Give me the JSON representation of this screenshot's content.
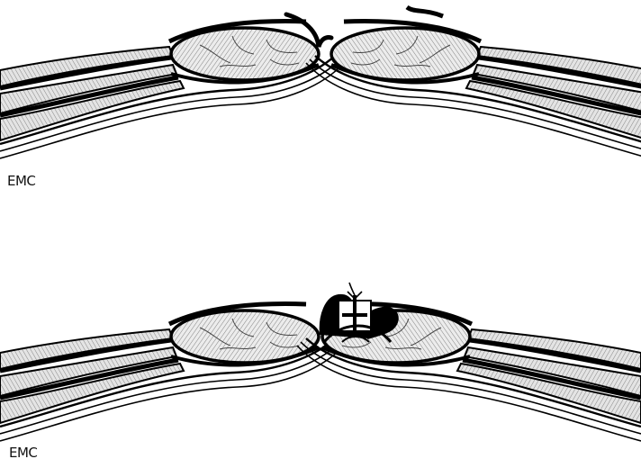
{
  "figure": {
    "panels": [
      {
        "id": "top",
        "state": "separated",
        "signature": "EMC"
      },
      {
        "id": "bottom",
        "state": "repaired-sutured",
        "signature": "EMC"
      }
    ],
    "colors": {
      "ink": "#000000",
      "muscle-fill": "#e6e6e6",
      "hatch": "#6b6b6b",
      "background": "#ffffff"
    }
  }
}
